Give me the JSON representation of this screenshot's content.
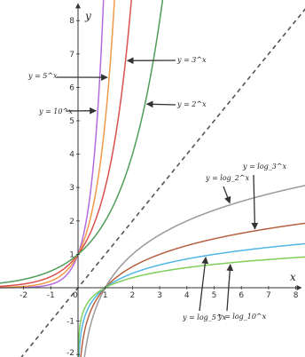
{
  "chart_data": {
    "type": "line",
    "title": "",
    "xlabel": "x",
    "ylabel": "y",
    "xlim": [
      -3,
      8.5
    ],
    "ylim": [
      -2,
      8.5
    ],
    "grid": false,
    "x_ticks": [
      "3",
      "-2",
      "-1",
      "0",
      "1",
      "2",
      "3",
      "4",
      "5",
      "6",
      "7",
      "8"
    ],
    "y_ticks": [
      "8",
      "7",
      "6",
      "5",
      "4",
      "3",
      "2",
      "1",
      "-1",
      "-2"
    ],
    "series": [
      {
        "name": "y = 10^x",
        "base": 10,
        "kind": "exp",
        "color": "#b36ce0"
      },
      {
        "name": "y = 5^x",
        "base": 5,
        "kind": "exp",
        "color": "#f29a4a"
      },
      {
        "name": "y = 3^x",
        "base": 3,
        "kind": "exp",
        "color": "#d9504e"
      },
      {
        "name": "y = 2^x",
        "base": 2,
        "kind": "exp",
        "color": "#4f9d57"
      },
      {
        "name": "y = log_2 x",
        "base": 2,
        "kind": "log",
        "color": "#9a9a9a"
      },
      {
        "name": "y = log_3 x",
        "base": 3,
        "kind": "log",
        "color": "#b5603e"
      },
      {
        "name": "y = log_5 x",
        "base": 5,
        "kind": "log",
        "color": "#4fb6e6"
      },
      {
        "name": "y = log_10 x",
        "base": 10,
        "kind": "log",
        "color": "#7fd05a"
      },
      {
        "name": "y = x",
        "kind": "identity",
        "style": "dashed",
        "color": "#555555"
      }
    ],
    "annotations": [
      {
        "text": "y = 5^x",
        "points_to": "y = 5^x"
      },
      {
        "text": "y = 10^x",
        "points_to": "y = 10^x"
      },
      {
        "text": "y = 3^x",
        "points_to": "y = 3^x"
      },
      {
        "text": "y = 2^x",
        "points_to": "y = 2^x"
      },
      {
        "text": "y = log_2^x",
        "points_to": "y = log_2 x"
      },
      {
        "text": "y = log_3^x",
        "points_to": "y = log_3 x"
      },
      {
        "text": "y = log_5^x",
        "points_to": "y = log_5 x"
      },
      {
        "text": "y = log_10^x",
        "points_to": "y = log_10 x"
      }
    ]
  }
}
